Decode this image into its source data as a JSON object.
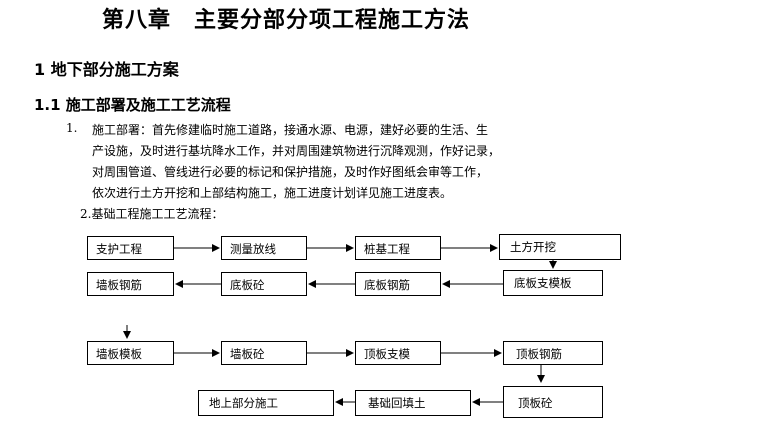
{
  "chapter_title": "第八章　主要分部分项工程施工方法",
  "section_title": "1 地下部分施工方案",
  "subsection_title": "1.1 施工部署及施工工艺流程",
  "para1": {
    "number": "1.",
    "lines": [
      "施工部署：首先修建临时施工道路，接通水源、电源，建好必要的生活、生",
      "产设施，及时进行基坑降水工作，并对周围建筑物进行沉降观测，作好记录，",
      "对周围管道、管线进行必要的标记和保护措施，及时作好图纸会审等工作，",
      "依次进行土方开挖和上部结构施工，施工进度计划详见施工进度表。"
    ]
  },
  "para2": "2.基础工程施工工艺流程：",
  "flow": {
    "row1": [
      "支护工程",
      "测量放线",
      "桩基工程",
      "土方开挖"
    ],
    "row2": [
      "墙板钢筋",
      "底板砼",
      "底板钢筋",
      "底板支模板"
    ],
    "row3": [
      "墙板模板",
      "墙板砼",
      "顶板支模",
      "顶板钢筋"
    ],
    "row4": [
      "地上部分施工",
      "基础回填土",
      "顶板砼"
    ]
  }
}
